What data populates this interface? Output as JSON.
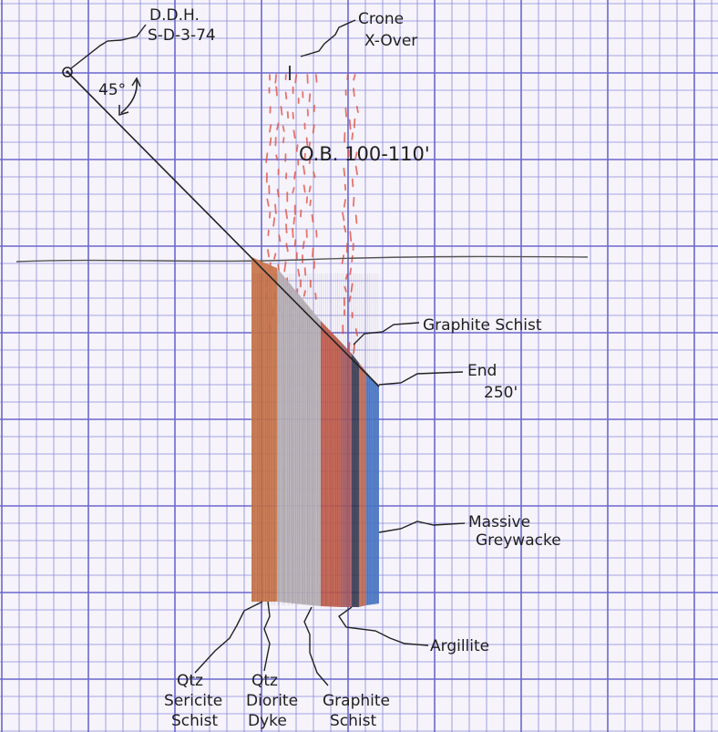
{
  "hole": {
    "name_line1": "D.D.H.",
    "name_line2": "S-D-3-74",
    "dip_label": "45°"
  },
  "crossover": {
    "line1": "Crone",
    "line2": "X-Over"
  },
  "overburden": {
    "label": "O.B. 100-110'"
  },
  "end_of_hole": {
    "line1": "End",
    "line2": "250'"
  },
  "units_top": {
    "graphite_schist": "Graphite Schist"
  },
  "units_right": {
    "massive_greywacke_line1": "Massive",
    "massive_greywacke_line2": "Greywacke",
    "argillite": "Argillite"
  },
  "units_bottom": {
    "qtz_sericite_schist": [
      "Qtz",
      "Sericite",
      "Schist"
    ],
    "qtz_diorite_dyke": [
      "Qtz",
      "Diorite",
      "Dyke"
    ],
    "graphite_schist": [
      "Graphite",
      "Schist"
    ]
  },
  "colors": {
    "grid": "#8a8ad8",
    "grid_major": "#6b68cc",
    "pencil": "#333333",
    "orange_unit": "#c8744a",
    "grey_unit": "#b8b2b8",
    "red_unit": "#c05a48",
    "dark_unit": "#3a3a52",
    "blue_unit": "#4a78c8",
    "crossover_red": "#e04a3a"
  }
}
